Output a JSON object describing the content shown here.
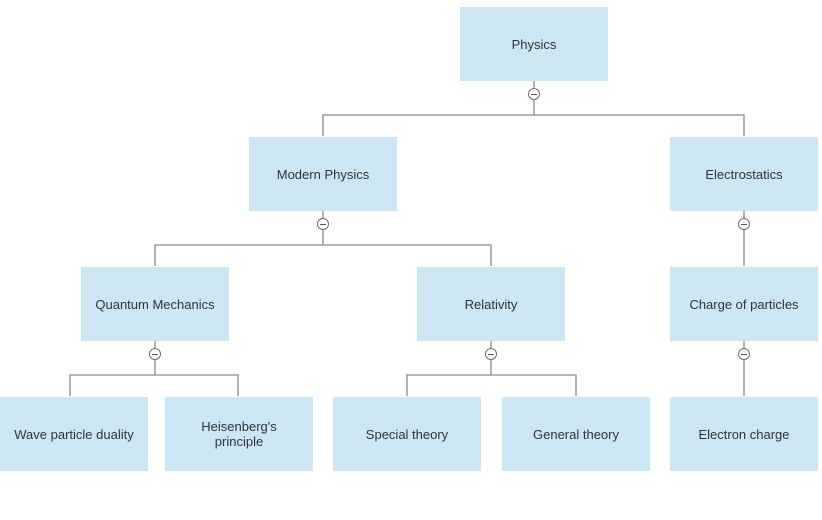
{
  "diagram": {
    "root": "Physics",
    "modern_physics": "Modern Physics",
    "electrostatics": "Electrostatics",
    "quantum_mechanics": "Quantum Mechanics",
    "relativity": "Relativity",
    "charge_of_particles": "Charge of particles",
    "wave_particle_duality": "Wave particle duality",
    "heisenberg_line1": "Heisenberg's",
    "heisenberg_line2": "principle",
    "special_theory": "Special theory",
    "general_theory": "General theory",
    "electron_charge": "Electron charge"
  },
  "colors": {
    "node_fill": "#cce6f4",
    "connector": "#8a8a8a",
    "text": "#333333"
  },
  "icons": {
    "collapse": "circle-minus-icon"
  }
}
